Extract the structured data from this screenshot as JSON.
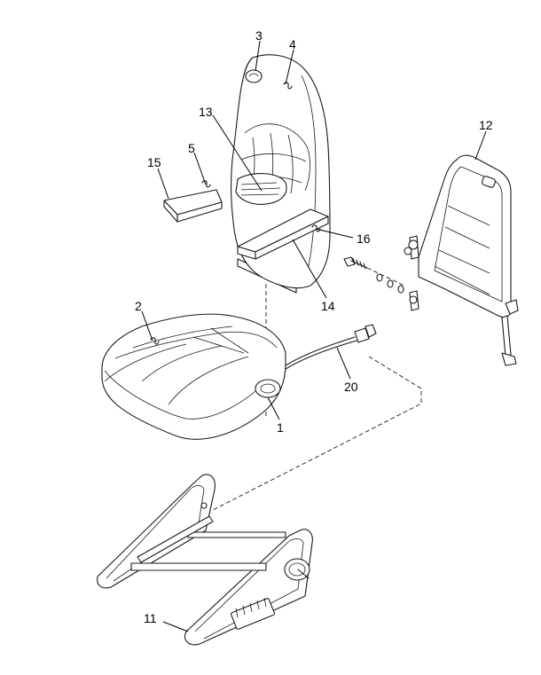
{
  "callouts": {
    "c1": "1",
    "c2": "2",
    "c3": "3",
    "c4": "4",
    "c5": "5",
    "c11": "11",
    "c12": "12",
    "c13": "13",
    "c14": "14",
    "c15": "15",
    "c16": "16",
    "c20": "20"
  }
}
